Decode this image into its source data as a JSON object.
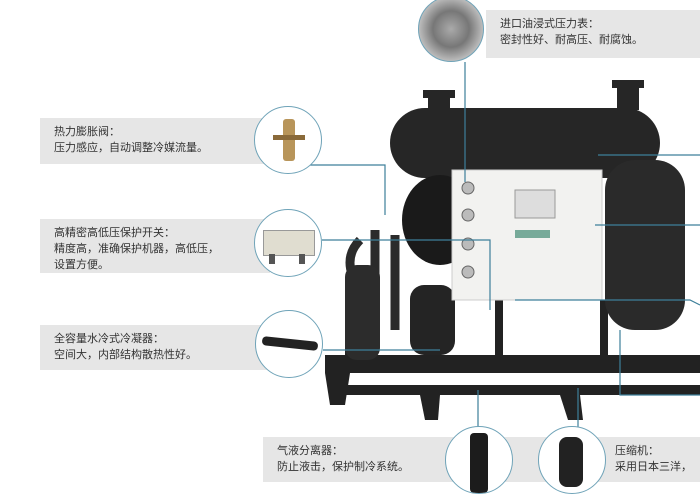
{
  "callouts": {
    "gauge": {
      "title": "进口油浸式压力表：",
      "desc": "密封性好、耐高压、耐腐蚀。"
    },
    "expansion_valve": {
      "title": "热力膨胀阀：",
      "desc": "压力感应，自动调整冷媒流量。"
    },
    "pressure_switch": {
      "title": "高精密高低压保护开关：",
      "desc": "精度高，准确保护机器，高低压，",
      "desc2": "设置方便。"
    },
    "condenser": {
      "title": "全容量水冷式冷凝器：",
      "desc": "空间大，内部结构散热性好。"
    },
    "separator": {
      "title": "气液分离器：",
      "desc": "防止液击，保护制冷系统。"
    },
    "compressor": {
      "title": "压缩机：",
      "desc": "采用日本三洋，"
    }
  },
  "colors": {
    "leader": "#3d7f9a",
    "box": "#e6e6e6",
    "tank": "#1e1e1e"
  }
}
